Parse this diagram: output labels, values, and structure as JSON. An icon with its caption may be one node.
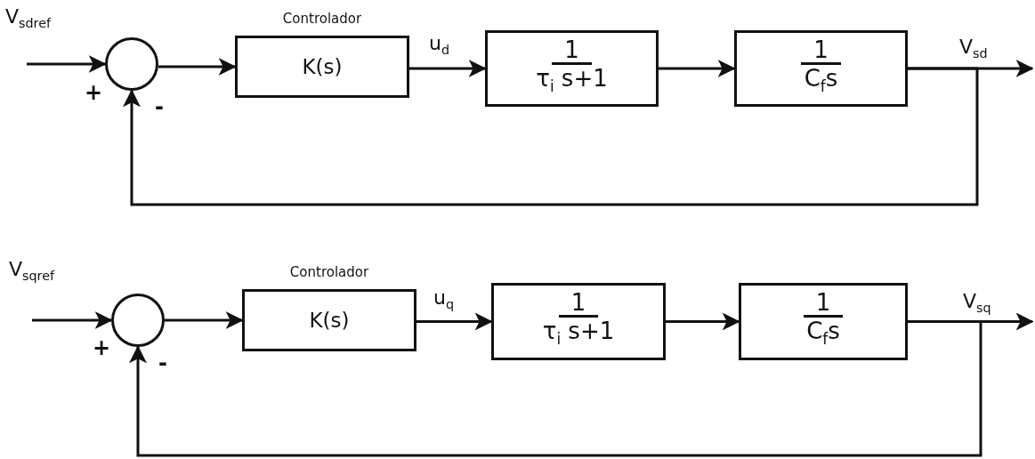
{
  "diagram": {
    "nodes": [
      {
        "text": [],
        "shape": "circle"
      },
      {
        "text": [
          "Controlador",
          "K(s)"
        ]
      },
      {
        "text": [
          "1",
          "τ$_{i}$ s+1"
        ]
      },
      {
        "text": [
          "1",
          "C$_{f}$s"
        ]
      },
      {
        "text": [],
        "shape": "circle"
      },
      {
        "text": [
          "Controlador",
          "K(s)"
        ]
      },
      {
        "text": [
          "1",
          "τ$_{i}$ s+1"
        ]
      },
      {
        "text": [
          "1",
          "C$_{f}$s"
        ]
      }
    ],
    "edges": [
      {
        "from": null,
        "to": 0,
        "arrow": "to",
        "label": "V$_{sdref}$"
      },
      {
        "from": 0,
        "to": 1,
        "arrow": "to"
      },
      {
        "from": 1,
        "to": 2,
        "arrow": "to",
        "label": "u$_{d}$"
      },
      {
        "from": 2,
        "to": 3,
        "arrow": "to"
      },
      {
        "from": 3,
        "to": null,
        "arrow": "to",
        "label": "V$_{sd}$"
      },
      {
        "from": 3,
        "to": 0,
        "arrow": "to"
      },
      {
        "from": null,
        "to": 4,
        "arrow": "to",
        "label": "V$_{sqref}$"
      },
      {
        "from": 4,
        "to": 5,
        "arrow": "to"
      },
      {
        "from": 5,
        "to": 6,
        "arrow": "to",
        "label": "u$_{q}$"
      },
      {
        "from": 6,
        "to": 7,
        "arrow": "to"
      },
      {
        "from": 7,
        "to": null,
        "arrow": "to",
        "label": "V$_{sq}$"
      },
      {
        "from": 7,
        "to": 4,
        "arrow": "to"
      }
    ],
    "labels": [
      "+",
      "-",
      "+",
      "-"
    ]
  }
}
